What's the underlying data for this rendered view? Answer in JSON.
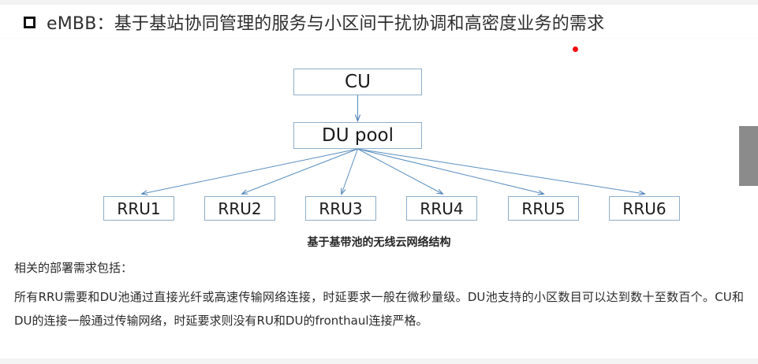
{
  "slide": {
    "title_bullet_icon": "hollow-square-bullet-icon",
    "title": "eMBB：基于基站协同管理的服务与小区间干扰协调和高密度业务的需求",
    "laser_pointer_color": "#f50d0d",
    "accent_color": "#8faec9",
    "scrollbar_color": "#8b8b8b"
  },
  "diagram": {
    "caption": "基于基带池的无线云网络结构",
    "nodes": {
      "cu": "CU",
      "du_pool": "DU pool"
    },
    "rru_nodes": [
      {
        "label": "RRU1"
      },
      {
        "label": "RRU2"
      },
      {
        "label": "RRU3"
      },
      {
        "label": "RRU4"
      },
      {
        "label": "RRU5"
      },
      {
        "label": "RRU6"
      }
    ],
    "edges": [
      {
        "from": "CU",
        "to": "DU pool"
      },
      {
        "from": "DU pool",
        "to": "RRU1"
      },
      {
        "from": "DU pool",
        "to": "RRU2"
      },
      {
        "from": "DU pool",
        "to": "RRU3"
      },
      {
        "from": "DU pool",
        "to": "RRU4"
      },
      {
        "from": "DU pool",
        "to": "RRU5"
      },
      {
        "from": "DU pool",
        "to": "RRU6"
      }
    ]
  },
  "body": {
    "lead": "相关的部署需求包括：",
    "paragraph": "所有RRU需要和DU池通过直接光纤或高速传输网络连接，时延要求一般在微秒量级。DU池支持的小区数目可以达到数十至数百个。CU和DU的连接一般通过传输网络，时延要求则没有RU和DU的fronthaul连接严格。"
  }
}
